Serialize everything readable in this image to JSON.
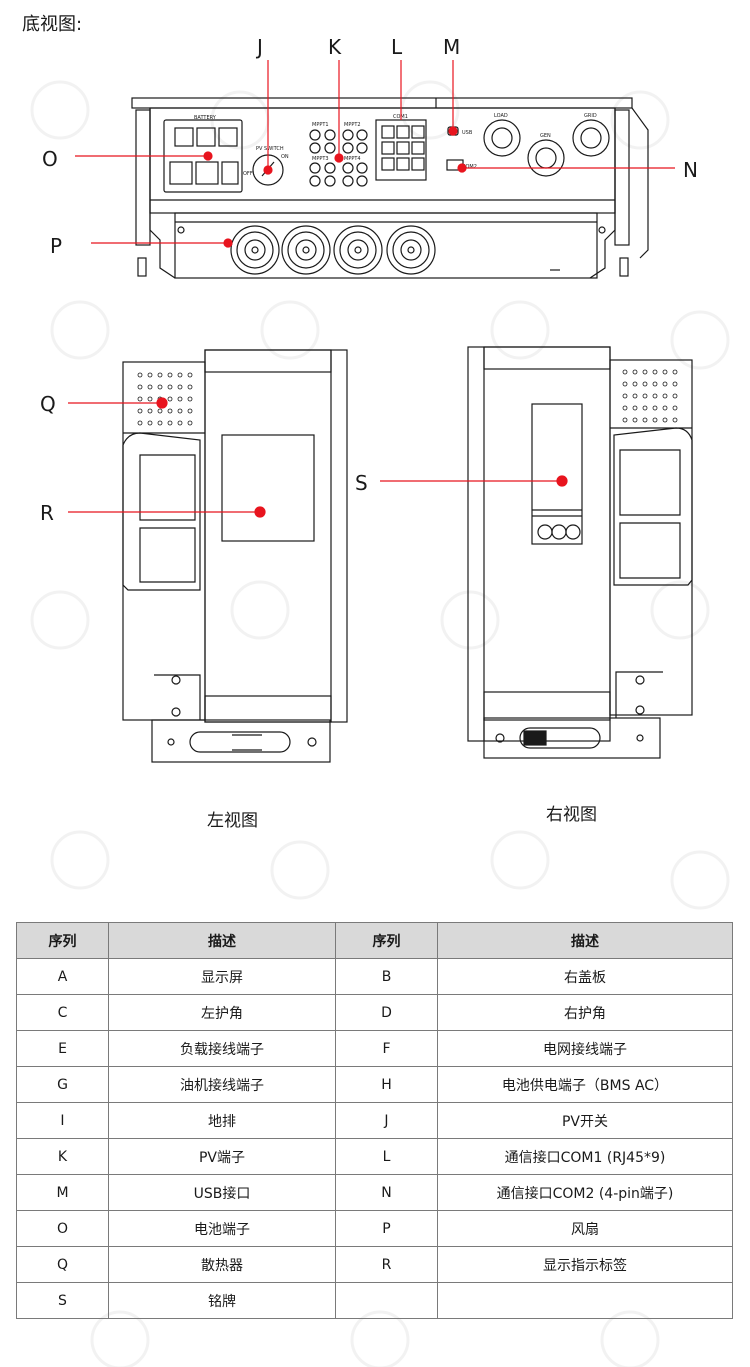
{
  "section_title": "底视图:",
  "bottom_view": {
    "callouts": {
      "J": "J",
      "K": "K",
      "L": "L",
      "M": "M",
      "O": "O",
      "P": "P",
      "N": "N"
    },
    "panel_text": {
      "battery": "BATTERY",
      "pv_switch": "PV SWITCH",
      "off": "OFF",
      "on": "ON",
      "mppt1": "MPPT1",
      "mppt2": "MPPT2",
      "mppt3": "MPPT3",
      "mppt4": "MPPT4",
      "com1": "COM1",
      "usb": "USB",
      "com2": "COM2",
      "load": "LOAD",
      "gen": "GEN",
      "grid": "GRID"
    }
  },
  "side_views": {
    "left_caption": "左视图",
    "right_caption": "右视图",
    "callouts": {
      "Q": "Q",
      "R": "R",
      "S": "S"
    }
  },
  "table": {
    "headers": [
      "序列",
      "描述",
      "序列",
      "描述"
    ],
    "rows": [
      [
        "A",
        "显示屏",
        "B",
        "右盖板"
      ],
      [
        "C",
        "左护角",
        "D",
        "右护角"
      ],
      [
        "E",
        "负载接线端子",
        "F",
        "电网接线端子"
      ],
      [
        "G",
        "油机接线端子",
        "H",
        "电池供电端子（BMS AC）"
      ],
      [
        "I",
        "地排",
        "J",
        "PV开关"
      ],
      [
        "K",
        "PV端子",
        "L",
        "通信接口COM1 (RJ45*9)"
      ],
      [
        "M",
        "USB接口",
        "N",
        "通信接口COM2 (4-pin端子)"
      ],
      [
        "O",
        "电池端子",
        "P",
        "风扇"
      ],
      [
        "Q",
        "散热器",
        "R",
        "显示指示标签"
      ],
      [
        "S",
        "铭牌",
        "",
        ""
      ]
    ]
  },
  "colors": {
    "callout_red": "#e8141e",
    "line": "#1a1a1a",
    "header_bg": "#d9d9d9"
  }
}
